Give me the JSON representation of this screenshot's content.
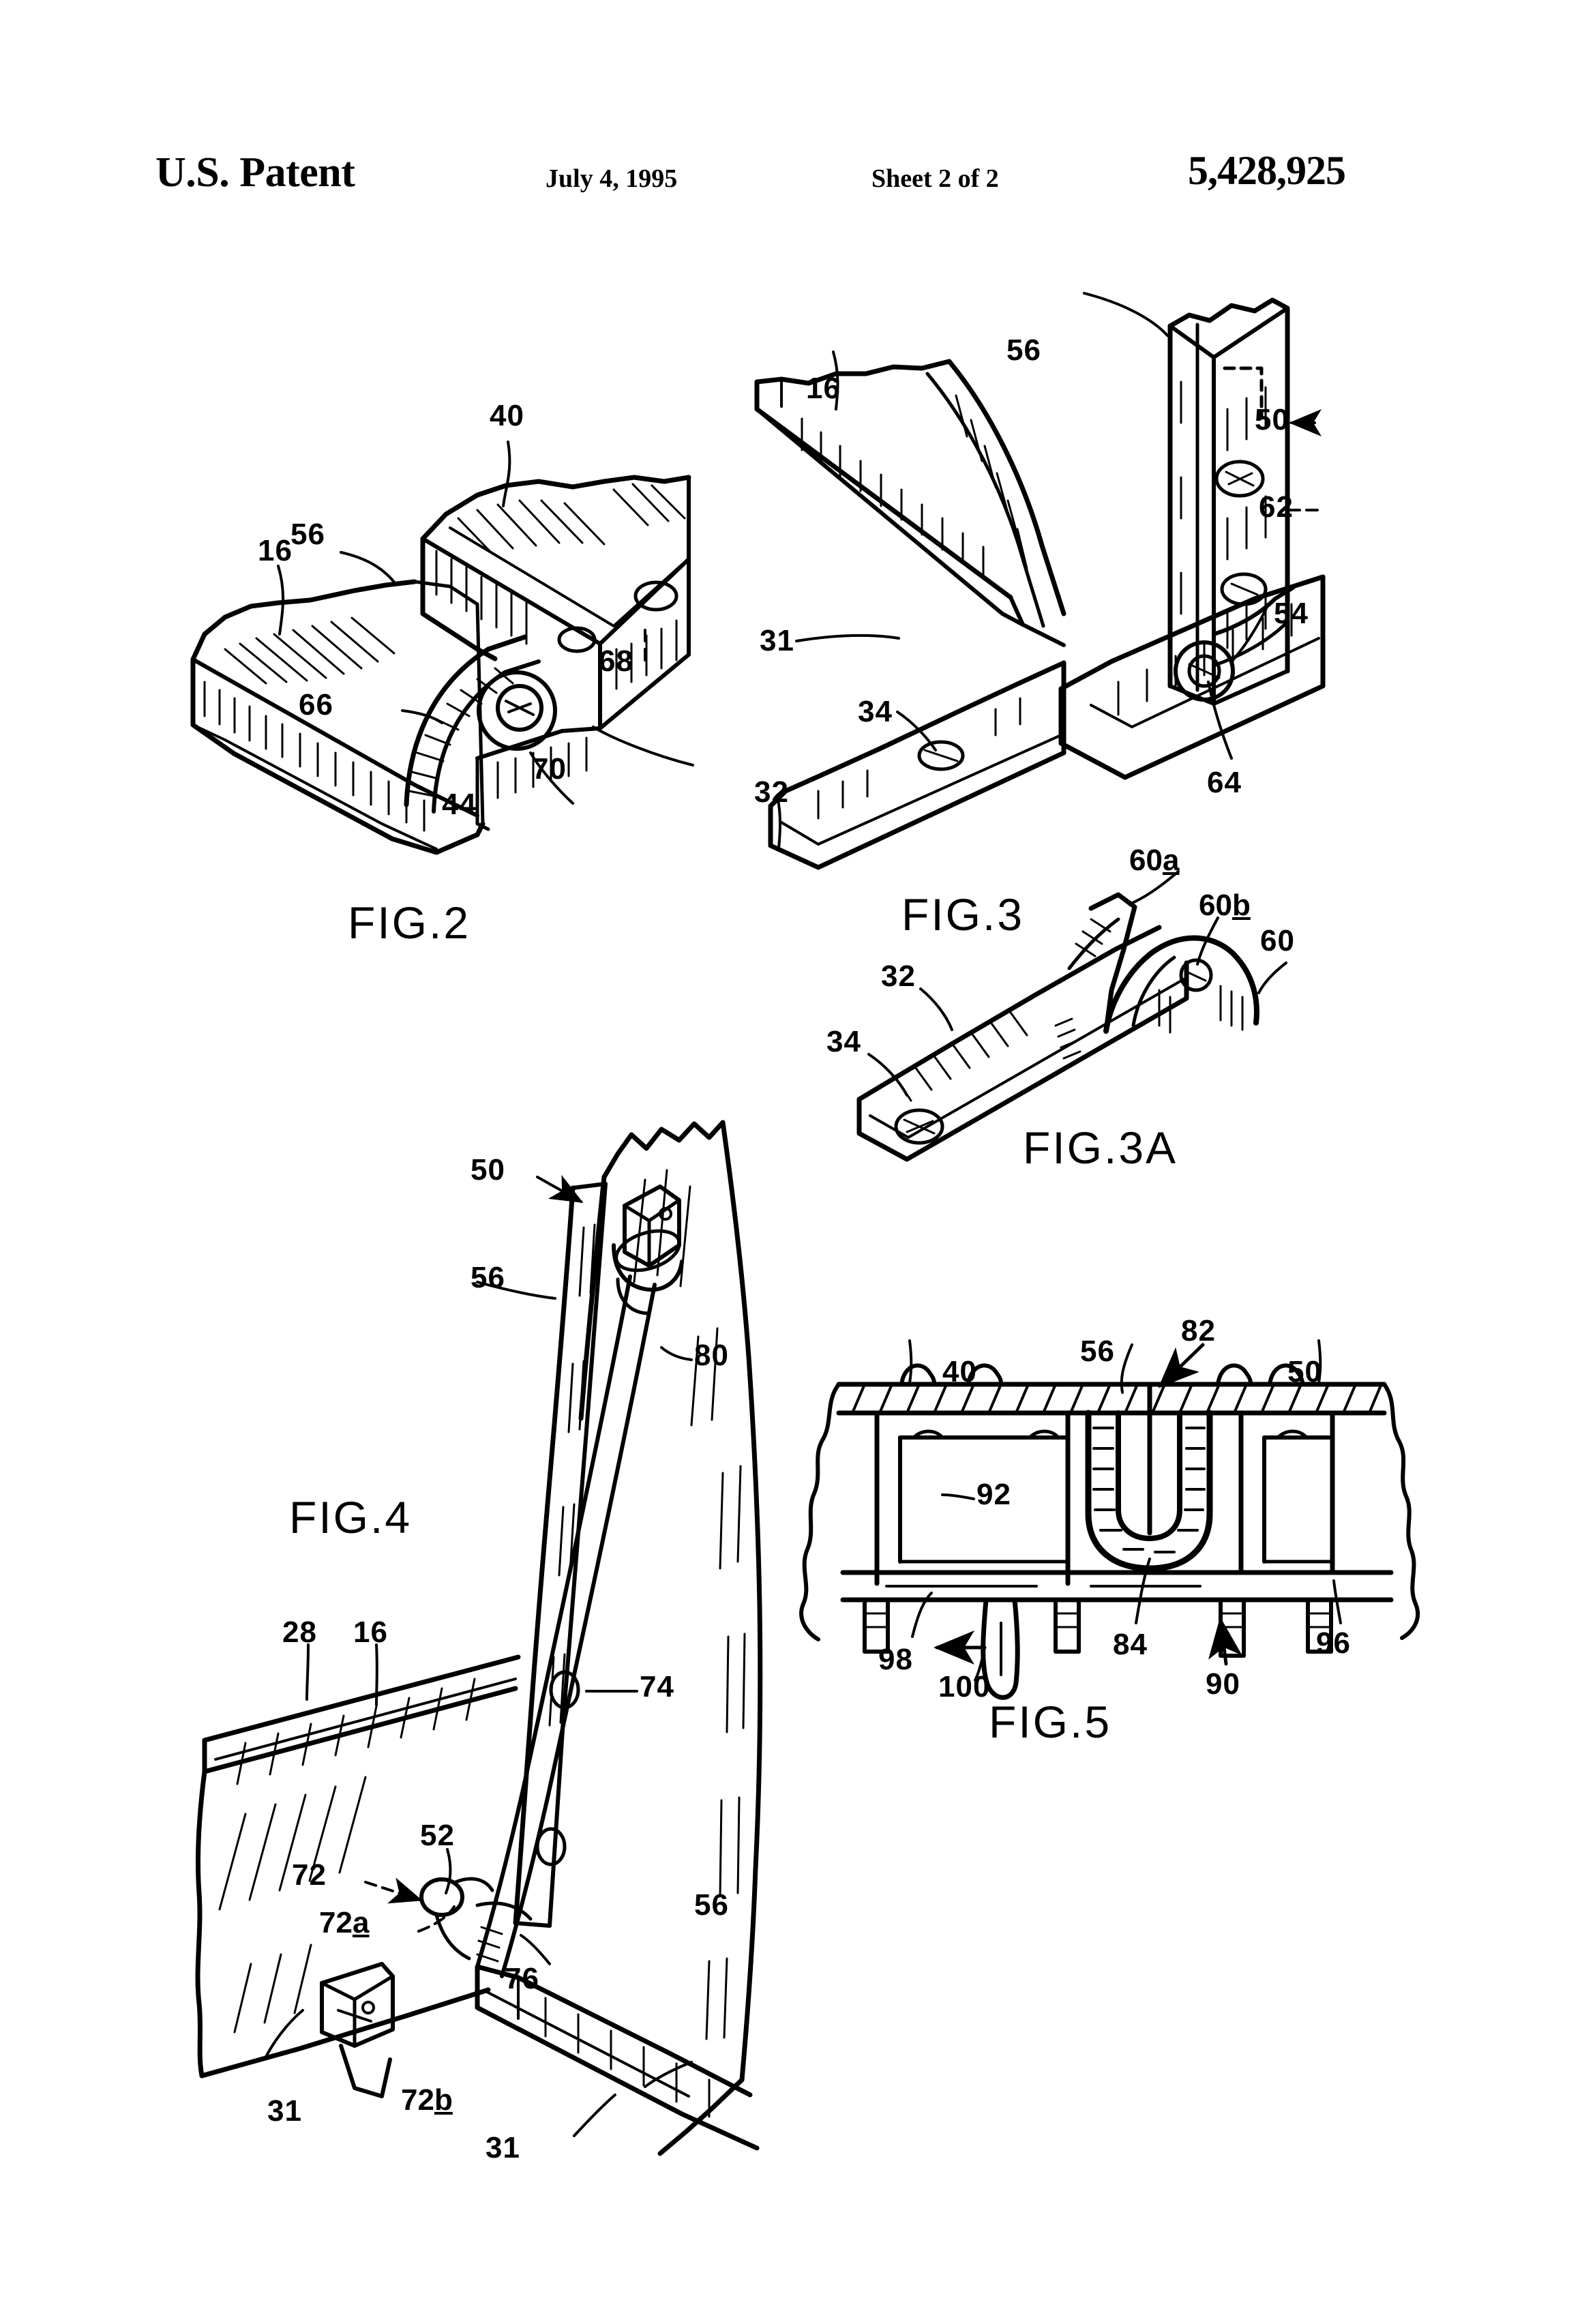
{
  "header": {
    "office": "U.S. Patent",
    "date": "July 4, 1995",
    "sheet": "Sheet 2 of 2",
    "patent_number": "5,428,925"
  },
  "figures": [
    {
      "caption": "FIG.2",
      "refs": [
        "40",
        "56",
        "16",
        "66",
        "68",
        "70",
        "44"
      ]
    },
    {
      "caption": "FIG.3",
      "refs": [
        "56",
        "16",
        "50",
        "62",
        "31",
        "54",
        "34",
        "32",
        "64"
      ]
    },
    {
      "caption": "FIG.3A",
      "refs": [
        "60a",
        "60b",
        "60",
        "32",
        "34"
      ]
    },
    {
      "caption": "FIG.4",
      "refs": [
        "50",
        "56",
        "80",
        "28",
        "16",
        "74",
        "52",
        "72",
        "72a",
        "72b",
        "31",
        "76",
        "56",
        "31"
      ]
    },
    {
      "caption": "FIG.5",
      "refs": [
        "40",
        "56",
        "82",
        "50",
        "92",
        "84",
        "90",
        "96",
        "98",
        "100"
      ]
    }
  ],
  "captions": {
    "fig2": "FIG.2",
    "fig3": "FIG.3",
    "fig3a": "FIG.3A",
    "fig4": "FIG.4",
    "fig5": "FIG.5"
  },
  "fig2_labels": {
    "n40": "40",
    "n56": "56",
    "n16": "16",
    "n66": "66",
    "n68": "68",
    "n70": "70",
    "n44": "44"
  },
  "fig3_labels": {
    "n56": "56",
    "n16": "16",
    "n50": "50",
    "n62": "62",
    "n31": "31",
    "n54": "54",
    "n34": "34",
    "n32": "32",
    "n64": "64"
  },
  "fig3a_labels": {
    "n60a_num": "60",
    "n60a_suf": "a",
    "n60b_num": "60",
    "n60b_suf": "b",
    "n60": "60",
    "n32": "32",
    "n34": "34"
  },
  "fig4_labels": {
    "n50": "50",
    "n56_top": "56",
    "n80": "80",
    "n28": "28",
    "n16": "16",
    "n74": "74",
    "n52": "52",
    "n72": "72",
    "n72a_num": "72",
    "n72a_suf": "a",
    "n72b_num": "72",
    "n72b_suf": "b",
    "n31_left": "31",
    "n76": "76",
    "n56_right": "56",
    "n31_bottom": "31"
  },
  "fig5_labels": {
    "n40": "40",
    "n56": "56",
    "n82": "82",
    "n50": "50",
    "n92": "92",
    "n84": "84",
    "n90": "90",
    "n96": "96",
    "n98": "98",
    "n100": "100"
  },
  "style": {
    "ink": "#000000",
    "paper": "#ffffff"
  }
}
